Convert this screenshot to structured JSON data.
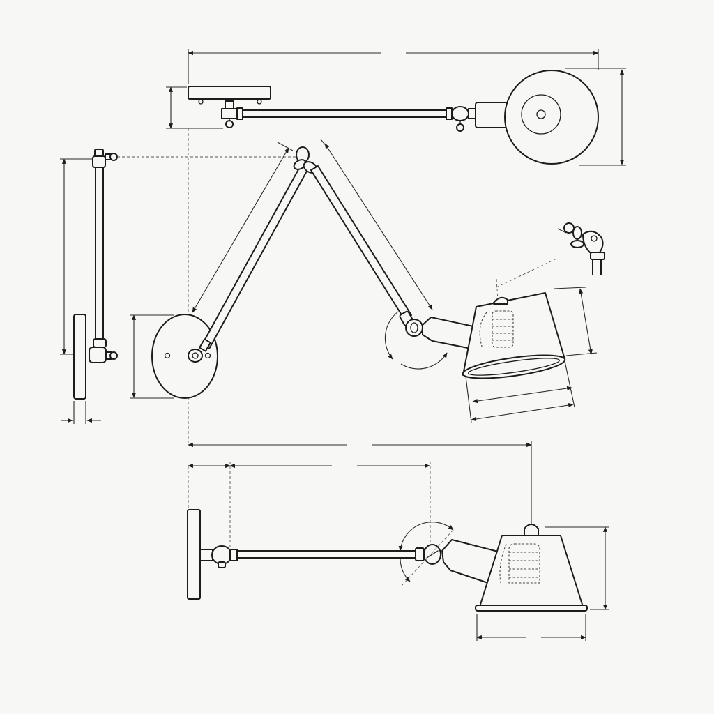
{
  "drawing": {
    "ink_color": "#1c1c1c",
    "paper_color": "#f7f7f5",
    "views": [
      "top-view",
      "side-view",
      "front-view-articulated",
      "elevation-view",
      "joint-detail"
    ]
  }
}
